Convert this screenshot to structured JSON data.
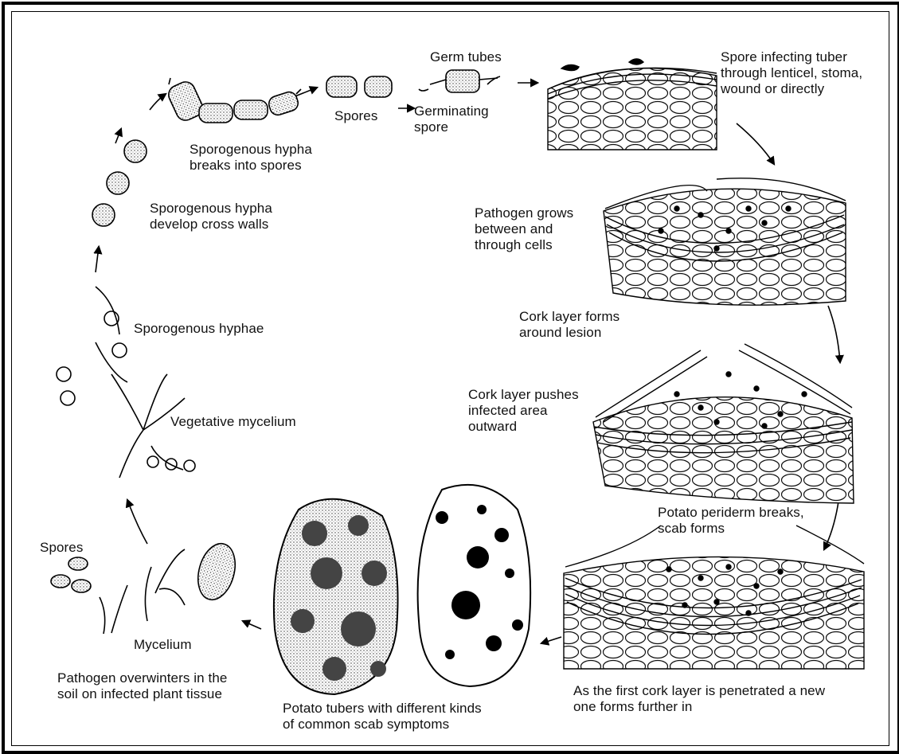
{
  "labels": {
    "germ_tubes": "Germ tubes",
    "spores_top": "Spores",
    "germinating_spore": "Germinating\nspore",
    "spore_infecting": "Spore infecting tuber\nthrough lenticel, stoma,\nwound or directly",
    "hypha_breaks": "Sporogenous hypha\nbreaks into spores",
    "hypha_cross_walls": "Sporogenous hypha\ndevelop cross walls",
    "pathogen_grows": "Pathogen grows\nbetween and\nthrough cells",
    "cork_forms": "Cork layer forms\naround lesion",
    "sporogenous_hyphae": "Sporogenous hyphae",
    "vegetative_mycelium": "Vegetative mycelium",
    "cork_pushes": "Cork layer pushes\ninfected area\noutward",
    "periderm_breaks": "Potato periderm breaks,\nscab forms",
    "spores_bottom": "Spores",
    "mycelium": "Mycelium",
    "overwinters": "Pathogen overwinters in the\nsoil on infected plant tissue",
    "tubers": "Potato tubers with different kinds\nof common scab symptoms",
    "first_cork": "As the first cork layer is penetrated a new\none forms further in"
  }
}
